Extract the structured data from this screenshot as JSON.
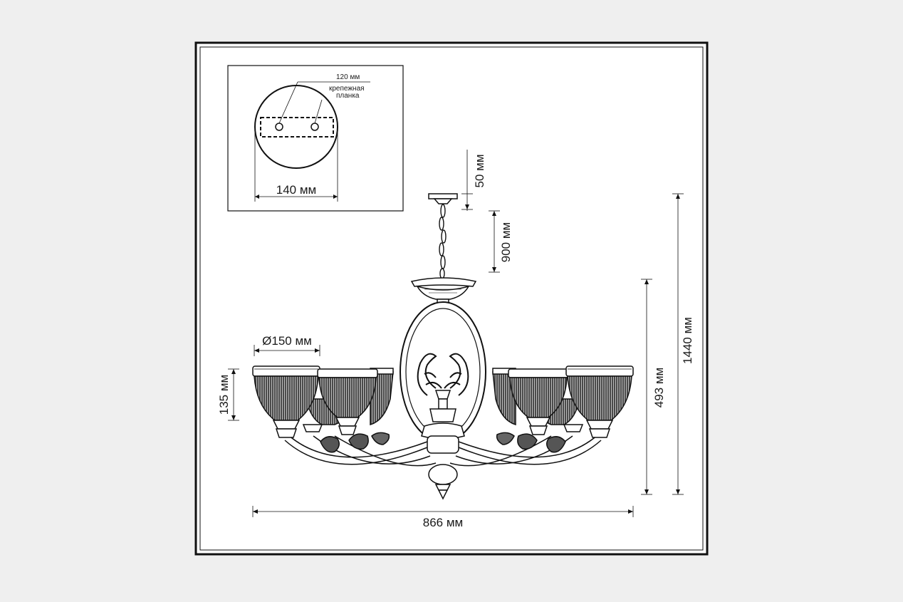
{
  "inset": {
    "screw_spacing": "120 мм",
    "plate_label_line1": "крепежная",
    "plate_label_line2": "планка",
    "canopy_diameter": "140 мм"
  },
  "dimensions": {
    "canopy_height": "50 мм",
    "chain_length": "900 мм",
    "shade_diameter": "Ø150 мм",
    "shade_height": "135 мм",
    "body_height": "493 мм",
    "total_height": "1440 мм",
    "total_width": "866 мм"
  }
}
